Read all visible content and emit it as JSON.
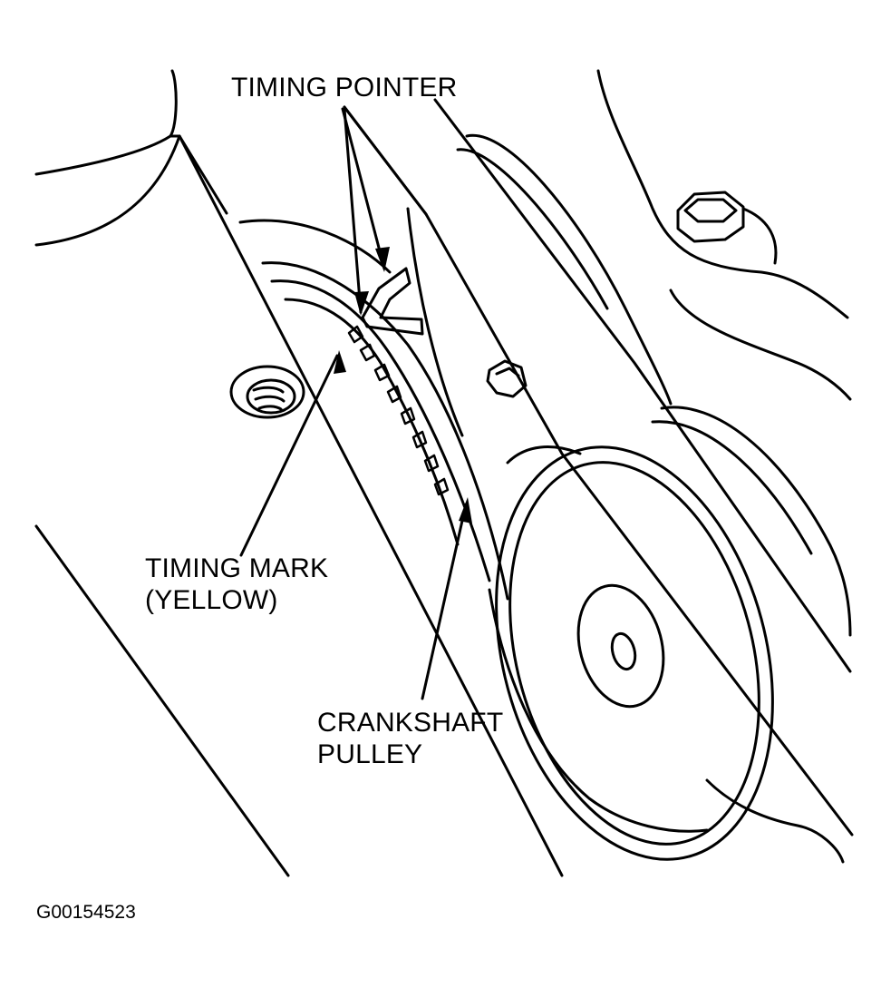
{
  "labels": {
    "timing_pointer": "TIMING POINTER",
    "timing_mark_line1": "TIMING MARK",
    "timing_mark_line2": "(YELLOW)",
    "crankshaft_line1": "CRANKSHAFT",
    "crankshaft_line2": "PULLEY"
  },
  "figure_id": "G00154523",
  "colors": {
    "ink": "#000000",
    "paper": "#ffffff"
  }
}
